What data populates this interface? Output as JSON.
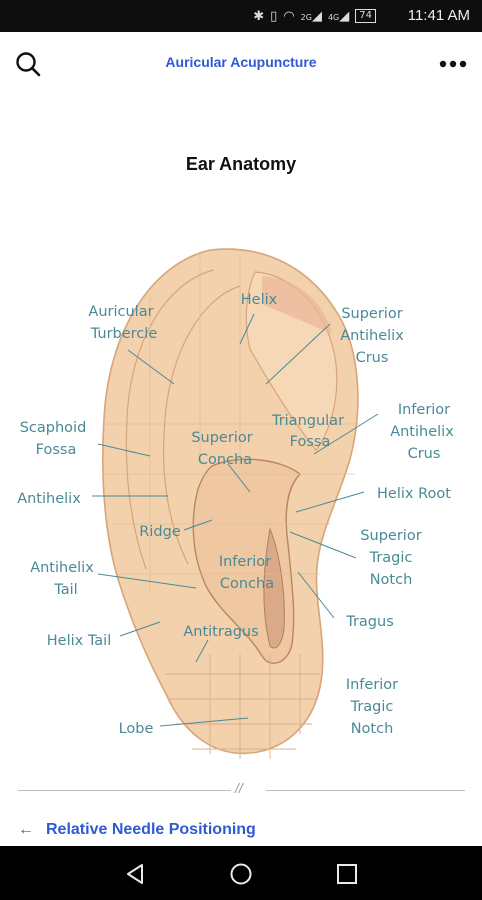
{
  "status_bar": {
    "icons": [
      "bluetooth-icon",
      "vibrate-icon",
      "wifi-icon",
      "signal-icon",
      "signal-icon",
      "battery-icon"
    ],
    "network_label_1": "2G",
    "network_label_2": "4G",
    "battery_level": "74",
    "time": "11:41 AM"
  },
  "app_bar": {
    "title": "Auricular Acupuncture",
    "left_icon": "search-icon",
    "right_icon": "more-icon"
  },
  "figure": {
    "title": "Ear Anatomy",
    "labels": {
      "helix": "Helix",
      "auricular_turbercle_1": "Auricular",
      "auricular_turbercle_2": "Turbercle",
      "superior_antihelix_crus_1": "Superior",
      "superior_antihelix_crus_2": "Antihelix",
      "superior_antihelix_crus_3": "Crus",
      "scaphoid_fossa_1": "Scaphoid",
      "scaphoid_fossa_2": "Fossa",
      "triangular_fossa_1": "Triangular",
      "triangular_fossa_2": "Fossa",
      "inferior_antihelix_crus_1": "Inferior",
      "inferior_antihelix_crus_2": "Antihelix",
      "inferior_antihelix_crus_3": "Crus",
      "superior_concha_1": "Superior",
      "superior_concha_2": "Concha",
      "antihelix": "Antihelix",
      "helix_root": "Helix Root",
      "ridge": "Ridge",
      "superior_tragic_notch_1": "Superior",
      "superior_tragic_notch_2": "Tragic",
      "superior_tragic_notch_3": "Notch",
      "antihelix_tail_1": "Antihelix",
      "antihelix_tail_2": "Tail",
      "inferior_concha_1": "Inferior",
      "inferior_concha_2": "Concha",
      "tragus": "Tragus",
      "helix_tail": "Helix Tail",
      "antitragus": "Antitragus",
      "inferior_tragic_notch_1": "Inferior",
      "inferior_tragic_notch_2": "Tragic",
      "inferior_tragic_notch_3": "Notch",
      "lobe": "Lobe"
    }
  },
  "divider_mark": "//",
  "navigation": {
    "prev_arrow": "←",
    "prev_label": "Relative Needle Positioning"
  },
  "nav_bar": {
    "back": "back-icon",
    "home": "home-icon",
    "recents": "recents-icon"
  },
  "colors": {
    "accent": "#2e5bd4",
    "label": "#4a8a96",
    "skin": "#f3d1ac"
  }
}
